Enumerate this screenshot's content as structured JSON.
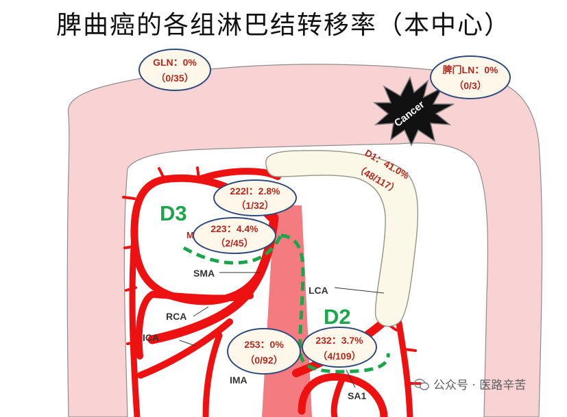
{
  "title": "脾曲癌的各组淋巴结转移率（本中心）",
  "colors": {
    "colon": "#f9d2d4",
    "colon_stroke": "#8c8c8c",
    "vessel": "#ee1111",
    "aorta": "#f47c80",
    "bubble_fill": "#fff8ea",
    "bubble_stroke": "#2d4a7a",
    "d1_fill": "#fbf8e8",
    "dashed": "#1aa64a"
  },
  "bubbles": {
    "gln": {
      "label": "GLN：0%",
      "ratio": "（0/35）"
    },
    "spleen": {
      "label": "脾门LN：0%",
      "ratio": "（0/3）"
    },
    "d1": {
      "label": "D1：41.0%",
      "ratio": "（48/117）"
    },
    "n222l": {
      "label": "222l：2.8%",
      "ratio": "（1/32）"
    },
    "n223": {
      "label": "223：4.4%",
      "ratio": "（2/45）"
    },
    "n253": {
      "label": "253：0%",
      "ratio": "（0/92）"
    },
    "n232": {
      "label": "232：3.7%",
      "ratio": "（4/109）"
    }
  },
  "labels": {
    "cancer": "Cancer",
    "d3": "D3",
    "d2": "D2",
    "m": "M",
    "sma": "SMA",
    "lca": "LCA",
    "rca": "RCA",
    "ica": "ICA",
    "ima": "IMA",
    "sa1": "SA1"
  },
  "watermark": "公众号 · 医路辛苦"
}
